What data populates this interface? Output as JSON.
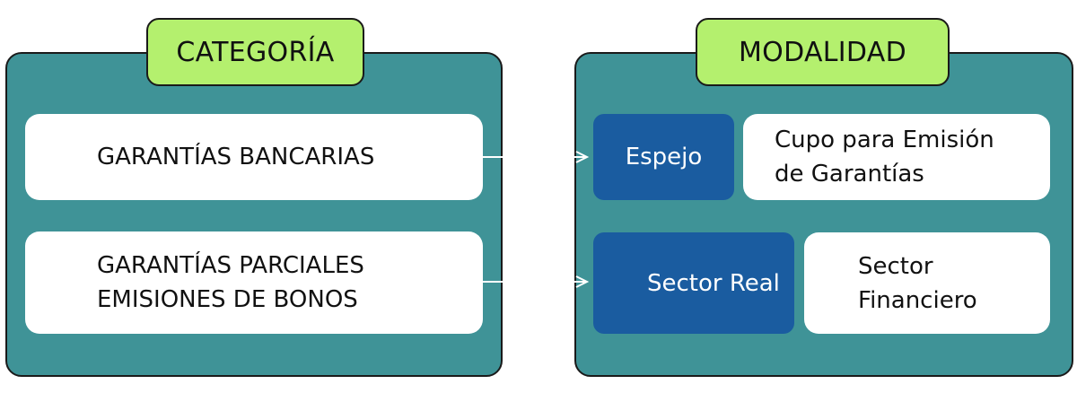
{
  "categoria": {
    "title": "CATEGORÍA",
    "items": [
      {
        "lines": [
          "GARANTÍAS BANCARIAS"
        ]
      },
      {
        "lines": [
          "GARANTÍAS PARCIALES",
          "EMISIONES DE BONOS"
        ]
      }
    ]
  },
  "modalidad": {
    "title": "MODALIDAD",
    "rows": [
      {
        "highlight_lines": [
          "Espejo"
        ],
        "option_lines": [
          "Cupo para Emisión",
          "de Garantías"
        ]
      },
      {
        "highlight_lines": [
          "Sector",
          "Real"
        ],
        "option_lines": [
          "Sector",
          "Financiero"
        ]
      }
    ]
  },
  "colors": {
    "panel": "#3f9397",
    "tab": "#b4f06e",
    "highlight": "#1a5ca0",
    "card": "#ffffff"
  }
}
